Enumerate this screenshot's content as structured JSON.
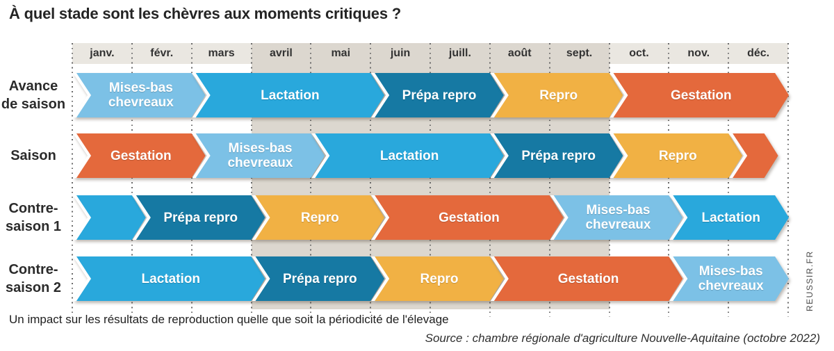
{
  "page": {
    "title": "À quel stade sont les chèvres aux moments critiques ?",
    "caption": "Un impact sur les résultats de reproduction quelle que soit la périodicité de l'élevage",
    "source": "Source : chambre régionale d'agriculture Nouvelle-Aquitaine (octobre 2022)",
    "watermark": "REUSSIR.FR"
  },
  "colors": {
    "header_strip": "#eae7e1",
    "highlight_band": "#dcd7cf",
    "grid_dots": "#6a6a6a",
    "arrow_text": "#ffffff"
  },
  "chart_data": {
    "type": "gantt",
    "unit": "month",
    "title": "À quel stade sont les chèvres aux moments critiques ?",
    "months": [
      "janv.",
      "févr.",
      "mars",
      "avril",
      "mai",
      "juin",
      "juill.",
      "août",
      "sept.",
      "oct.",
      "nov.",
      "déc."
    ],
    "highlight_band_months": {
      "start": 3,
      "end": 9
    },
    "stages": {
      "mises_bas": {
        "label": "Mises-bas chevreaux",
        "lines": [
          "Mises-bas",
          "chevreaux"
        ],
        "color": "#7cc1e6"
      },
      "lactation": {
        "label": "Lactation",
        "lines": [
          "Lactation"
        ],
        "color": "#29a8dc"
      },
      "prepa_repro": {
        "label": "Prépa repro",
        "lines": [
          "Prépa repro"
        ],
        "color": "#1679a3"
      },
      "repro": {
        "label": "Repro",
        "lines": [
          "Repro"
        ],
        "color": "#f1b144"
      },
      "gestation": {
        "label": "Gestation",
        "lines": [
          "Gestation"
        ],
        "color": "#e4693c"
      }
    },
    "rows": [
      {
        "label": "Avance de saison",
        "label_lines": [
          "Avance",
          "de saison"
        ],
        "segments": [
          {
            "stage": "mises_bas",
            "start": 0,
            "end": 2,
            "show_label": true
          },
          {
            "stage": "lactation",
            "start": 2,
            "end": 5,
            "show_label": true
          },
          {
            "stage": "prepa_repro",
            "start": 5,
            "end": 7,
            "show_label": true
          },
          {
            "stage": "repro",
            "start": 7,
            "end": 9,
            "show_label": true
          },
          {
            "stage": "gestation",
            "start": 9,
            "end": 11.78,
            "show_label": true
          }
        ]
      },
      {
        "label": "Saison",
        "label_lines": [
          "Saison"
        ],
        "segments": [
          {
            "stage": "gestation",
            "start": 0,
            "end": 2,
            "show_label": true
          },
          {
            "stage": "mises_bas",
            "start": 2,
            "end": 4,
            "show_label": true
          },
          {
            "stage": "lactation",
            "start": 4,
            "end": 7,
            "show_label": true
          },
          {
            "stage": "prepa_repro",
            "start": 7,
            "end": 9,
            "show_label": true
          },
          {
            "stage": "repro",
            "start": 9,
            "end": 11,
            "show_label": true
          },
          {
            "stage": "gestation",
            "start": 11,
            "end": 11.6,
            "show_label": false
          }
        ]
      },
      {
        "label": "Contre-saison 1",
        "label_lines": [
          "Contre-",
          "saison 1"
        ],
        "segments": [
          {
            "stage": "lactation",
            "start": 0,
            "end": 1,
            "show_label": false
          },
          {
            "stage": "prepa_repro",
            "start": 1,
            "end": 3,
            "show_label": true
          },
          {
            "stage": "repro",
            "start": 3,
            "end": 5,
            "show_label": true
          },
          {
            "stage": "gestation",
            "start": 5,
            "end": 8,
            "show_label": true
          },
          {
            "stage": "mises_bas",
            "start": 8,
            "end": 10,
            "show_label": true
          },
          {
            "stage": "lactation",
            "start": 10,
            "end": 11.78,
            "show_label": true
          }
        ]
      },
      {
        "label": "Contre-saison 2",
        "label_lines": [
          "Contre-",
          "saison 2"
        ],
        "segments": [
          {
            "stage": "lactation",
            "start": 0,
            "end": 3,
            "show_label": true
          },
          {
            "stage": "prepa_repro",
            "start": 3,
            "end": 5,
            "show_label": true
          },
          {
            "stage": "repro",
            "start": 5,
            "end": 7,
            "show_label": true
          },
          {
            "stage": "gestation",
            "start": 7,
            "end": 10,
            "show_label": true
          },
          {
            "stage": "mises_bas",
            "start": 10,
            "end": 11.78,
            "show_label": true
          }
        ]
      }
    ]
  }
}
